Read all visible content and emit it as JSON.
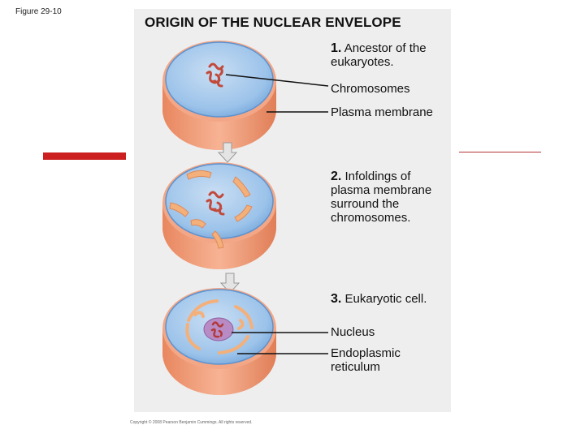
{
  "figure_caption": "Figure 29-10",
  "title": "ORIGIN OF THE NUCLEAR ENVELOPE",
  "steps": [
    {
      "number": "1.",
      "lines": [
        "Ancestor of the",
        "eukaryotes."
      ]
    },
    {
      "number": "2.",
      "lines": [
        "Infoldings of",
        "plasma membrane",
        "surround the",
        "chromosomes."
      ]
    },
    {
      "number": "3.",
      "lines": [
        "Eukaryotic cell."
      ]
    }
  ],
  "labels": {
    "chromosomes": "Chromosomes",
    "plasma_membrane": "Plasma membrane",
    "nucleus": "Nucleus",
    "er": [
      "Endoplasmic",
      "reticulum"
    ]
  },
  "copyright": "Copyright © 2008 Pearson Benjamin Cummings. All rights reserved.",
  "colors": {
    "cell_side": "#f0a07c",
    "cell_side_dark": "#d97a55",
    "cytoplasm": "#9cc3ea",
    "cytoplasm_edge": "#5d92cf",
    "membrane_fold": "#f4b07a",
    "chromosome": "#c24a3c",
    "arrow": "#e4e4e4",
    "accent_red": "#cc1f1f"
  }
}
